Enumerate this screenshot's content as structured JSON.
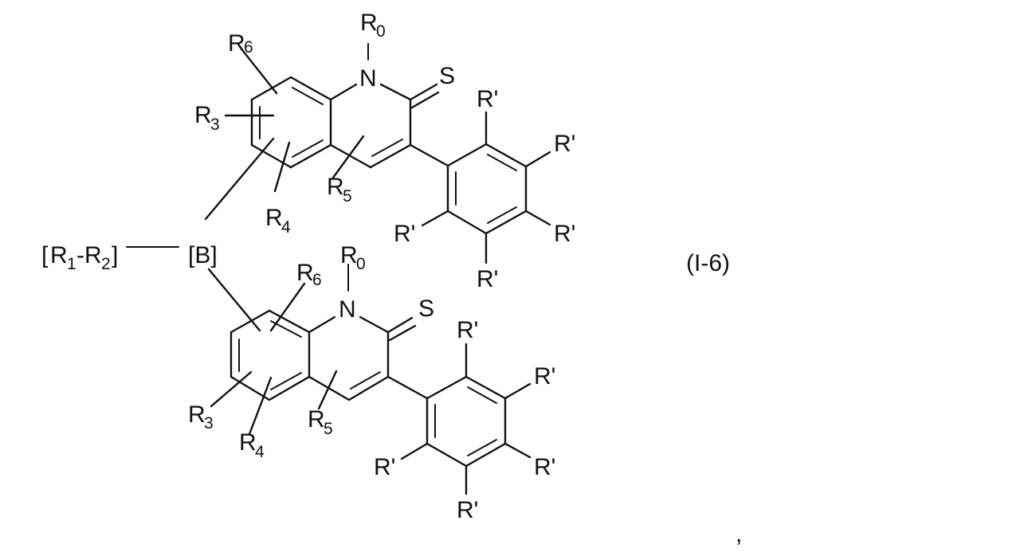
{
  "figure": {
    "label": "(I-6)",
    "trailing_punctuation": ",",
    "ink_color": "#111111",
    "background_color": "#ffffff"
  },
  "core": {
    "linker_group": {
      "open": "[",
      "r1": "R",
      "r1_sub": "1",
      "dash": "-",
      "r2": "R",
      "r2_sub": "2",
      "close": "]"
    },
    "bridge_group": "[B]"
  },
  "top_unit": {
    "ring_heteroatom": "N",
    "thione": "S",
    "substituents": {
      "r0": {
        "base": "R",
        "sub": "0"
      },
      "r3": {
        "base": "R",
        "sub": "3"
      },
      "r4": {
        "base": "R",
        "sub": "4"
      },
      "r5": {
        "base": "R",
        "sub": "5"
      },
      "r6": {
        "base": "R",
        "sub": "6"
      }
    },
    "phenyl_substituents": [
      "R'",
      "R'",
      "R'",
      "R'",
      "R'"
    ]
  },
  "bottom_unit": {
    "ring_heteroatom": "N",
    "thione": "S",
    "substituents": {
      "r0": {
        "base": "R",
        "sub": "0"
      },
      "r3": {
        "base": "R",
        "sub": "3"
      },
      "r4": {
        "base": "R",
        "sub": "4"
      },
      "r5": {
        "base": "R",
        "sub": "5"
      },
      "r6": {
        "base": "R",
        "sub": "6"
      }
    },
    "phenyl_substituents": [
      "R'",
      "R'",
      "R'",
      "R'",
      "R'"
    ]
  }
}
